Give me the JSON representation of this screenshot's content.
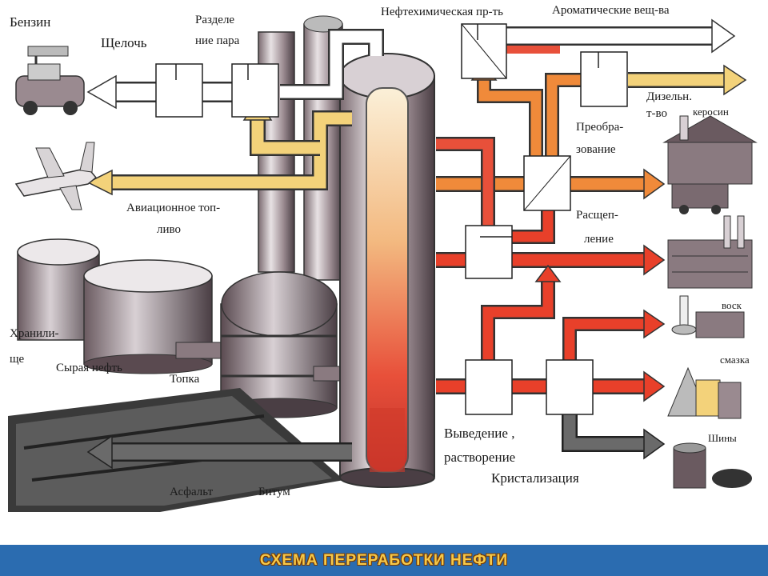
{
  "title": "СХЕМА ПЕРЕРАБОТКИ НЕФТИ",
  "colors": {
    "pipe_hot": "#e8402a",
    "pipe_orange": "#f08a3a",
    "pipe_yellow": "#f3d27a",
    "pipe_white": "#ffffff",
    "pipe_dark": "#505050",
    "title_bar": "#2b6cb0",
    "title_text": "#f5c94a"
  },
  "labels": {
    "benzin": "Бензин",
    "shcheloch": "Щелочь",
    "razdelenie_1": "Разделе",
    "razdelenie_2": "ние пара",
    "neftekhim": "Нефтехимическая пр-ть",
    "aromatic": "Ароматические вещ-ва",
    "dizel_1": "Дизельн.",
    "dizel_2": "т-во",
    "kerosin": "керосин",
    "preobraz_1": "Преобра-",
    "preobraz_2": "зование",
    "aviation_1": "Авиационное топ-",
    "aviation_2": "ливо",
    "rasshcheplenie_1": "Расщеп-",
    "rasshcheplenie_2": "ление",
    "khranilishche_1": "Хранили-",
    "khranilishche_2": "ще",
    "syraya_neft": "Сырая нефть",
    "topka": "Топка",
    "vosk": "воск",
    "smazka": "смазка",
    "vyvedenie_1": "Выведение ,",
    "vyvedenie_2": "растворение",
    "kristalizatsiya": "Кристализация",
    "shiny": "Шины",
    "asfalt": "Асфальт",
    "bitum": "Битум"
  }
}
